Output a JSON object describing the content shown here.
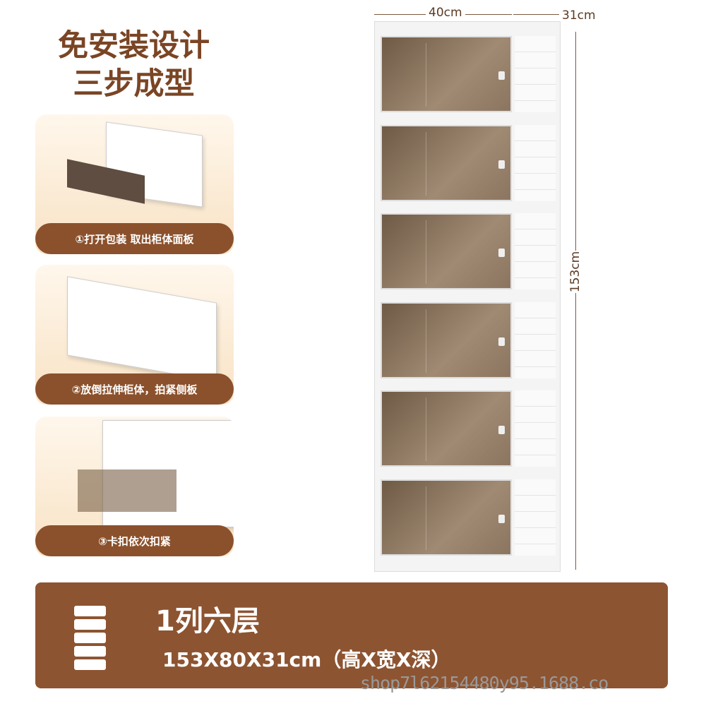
{
  "title": {
    "line1": "免安装设计",
    "line2": "三步成型"
  },
  "steps": [
    {
      "label": "①打开包装 取出柜体面板"
    },
    {
      "label": "②放倒拉伸柜体，拍紧侧板"
    },
    {
      "label": "③卡扣依次扣紧"
    }
  ],
  "dimensions": {
    "width": "40cm",
    "depth": "31cm",
    "height": "153cm"
  },
  "product": {
    "tiers": 6,
    "name": "1列六层",
    "size": "153X80X31cm（高X宽X深）"
  },
  "watermark": "shop7l62154480y95.1688.co",
  "colors": {
    "brand_brown": "#8d5431",
    "title_brown": "#7a4524",
    "card_bg": "#f8e2c4"
  }
}
